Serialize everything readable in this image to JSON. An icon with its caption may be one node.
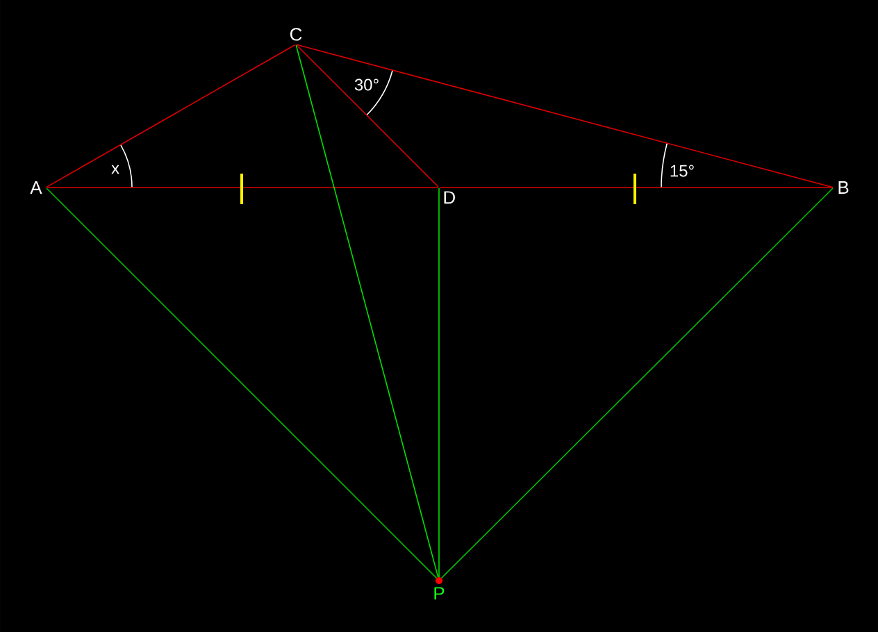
{
  "diagram": {
    "nodes": [
      {
        "text": [
          "A"
        ]
      },
      {
        "text": [
          "C"
        ]
      },
      {
        "text": [
          "D"
        ]
      },
      {
        "text": [
          "B"
        ]
      },
      {
        "text": [
          "P"
        ]
      }
    ],
    "edges": [
      {
        "from": 0,
        "to": 1,
        "arrow": "none"
      },
      {
        "from": 1,
        "to": 3,
        "arrow": "none"
      },
      {
        "from": 0,
        "to": 2,
        "arrow": "none"
      },
      {
        "from": 2,
        "to": 3,
        "arrow": "none"
      },
      {
        "from": 1,
        "to": 2,
        "arrow": "none"
      },
      {
        "from": 0,
        "to": 4,
        "arrow": "none",
        "color": "#00c000"
      },
      {
        "from": 1,
        "to": 4,
        "arrow": "none",
        "color": "#00e000"
      },
      {
        "from": 2,
        "to": 4,
        "arrow": "none",
        "color": "#00e000"
      },
      {
        "from": 3,
        "to": 4,
        "arrow": "none",
        "color": "#00c000"
      }
    ],
    "labels": [
      "x",
      "30°",
      "15°"
    ]
  }
}
